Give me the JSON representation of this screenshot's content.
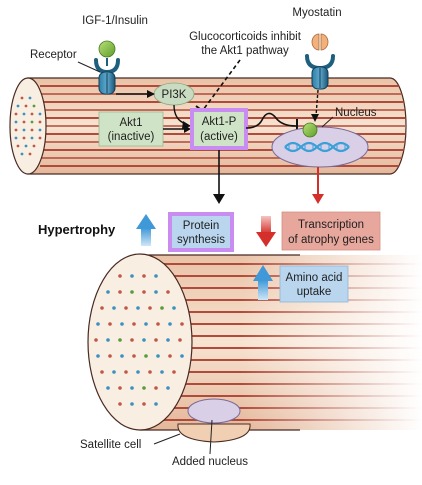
{
  "labels": {
    "igf": "IGF-1/Insulin",
    "myostatin": "Myostatin",
    "receptor": "Receptor",
    "gluco_line1": "Glucocorticoids inhibit",
    "gluco_line2": "the Akt1 pathway",
    "pi3k": "PI3K",
    "akt1_line1": "Akt1",
    "akt1_line2": "(inactive)",
    "aktp_line1": "Akt1-P",
    "aktp_line2": "(active)",
    "nucleus": "Nucleus",
    "hypertrophy": "Hypertrophy",
    "protein_line1": "Protein",
    "protein_line2": "synthesis",
    "atrophy_line1": "Transcription",
    "atrophy_line2": "of atrophy genes",
    "amino_line1": "Amino acid",
    "amino_line2": "uptake",
    "satellite": "Satellite cell",
    "added_nucleus": "Added nucleus"
  },
  "colors": {
    "fiber_dark": "#b04a3a",
    "fiber_light": "#f6ddc7",
    "green_box": "#cfe3c6",
    "purple_highlight": "#c98cf0",
    "salmon_box": "#e8a79c",
    "blue_box": "#b9d6ee",
    "up_arrow": "#5aa8de",
    "down_arrow": "#d83a34",
    "dna": "#3aa0d8",
    "ligand_green": "#8cc63f",
    "myostatin_orange": "#f2b07a",
    "receptor_blue": "#1f5f7e"
  }
}
